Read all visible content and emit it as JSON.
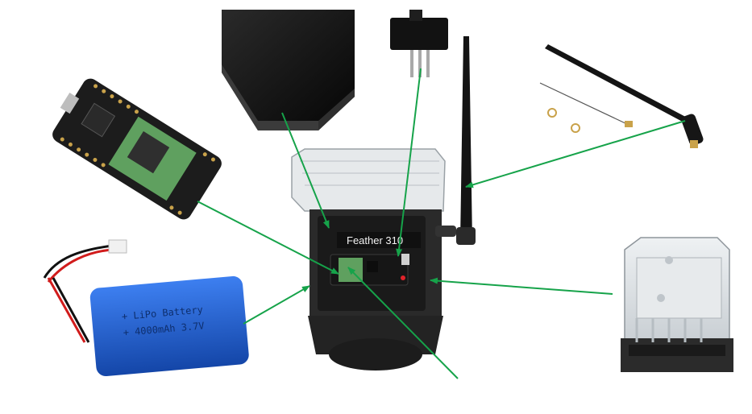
{
  "diagram": {
    "center_device": {
      "name": "Feather enclosure assembly",
      "label": "Feather 310"
    },
    "components": [
      {
        "id": "feather-board",
        "name": "Feather microcontroller board"
      },
      {
        "id": "foam-pad",
        "name": "Foam pad"
      },
      {
        "id": "slide-switch",
        "name": "Slide switch"
      },
      {
        "id": "antenna",
        "name": "Antenna with pigtail cable"
      },
      {
        "id": "lipo-battery",
        "name": "LiPo battery",
        "print_line1": "+ LiPo Battery",
        "print_line2": "+ 4000mAh 3.7V"
      },
      {
        "id": "enclosure",
        "name": "Clear-lid enclosure"
      }
    ],
    "colors": {
      "arrow": "#16a34a",
      "pcb": "#1c1c1c",
      "rf_module": "#5fa05f",
      "battery": "#1e5fcf",
      "enclosure_dark": "#2b2b2b",
      "enclosure_clear": "#d9dde0"
    }
  }
}
